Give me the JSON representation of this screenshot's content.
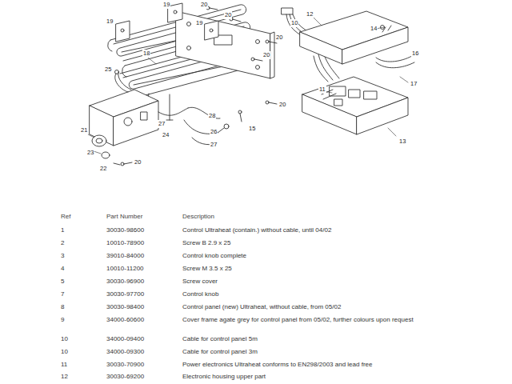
{
  "diagram": {
    "labels": [
      "19",
      "20",
      "12",
      "20",
      "10",
      "19",
      "19",
      "14",
      "20",
      "20",
      "16",
      "18",
      "25",
      "17",
      "11",
      "20",
      "27",
      "28",
      "15",
      "21",
      "24",
      "26",
      "27",
      "13",
      "23",
      "22",
      "20",
      "Ref",
      "Part Number",
      "Description",
      "1",
      "30030-98600",
      "Control Ultraheat (contain.) without cable, until 04/02",
      "2",
      "10010-78900",
      "Screw B 2.9 x 25",
      "3",
      "39010-84000",
      "Control knob complete",
      "4",
      "10010-11200",
      "Screw M 3.5 x 25",
      "5",
      "30030-96900",
      "Screw cover",
      "7",
      "30030-97700",
      "Control knob",
      "8",
      "30030-98400",
      "Control panel (new) Ultraheat, without cable, from 05/02",
      "9",
      "34000-60600",
      "Cover frame agate grey for control panel from 05/02, further colours upon request",
      "10",
      "34000-09400",
      "Cable for control panel 5m",
      "10",
      "34000-09300",
      "Cable for control panel 3m",
      "11",
      "30030-70900",
      "Power electronics Ultraheat conforms to EN298/2003 and lead free",
      "12",
      "30030-69200",
      "Electronic housing upper part"
    ]
  }
}
